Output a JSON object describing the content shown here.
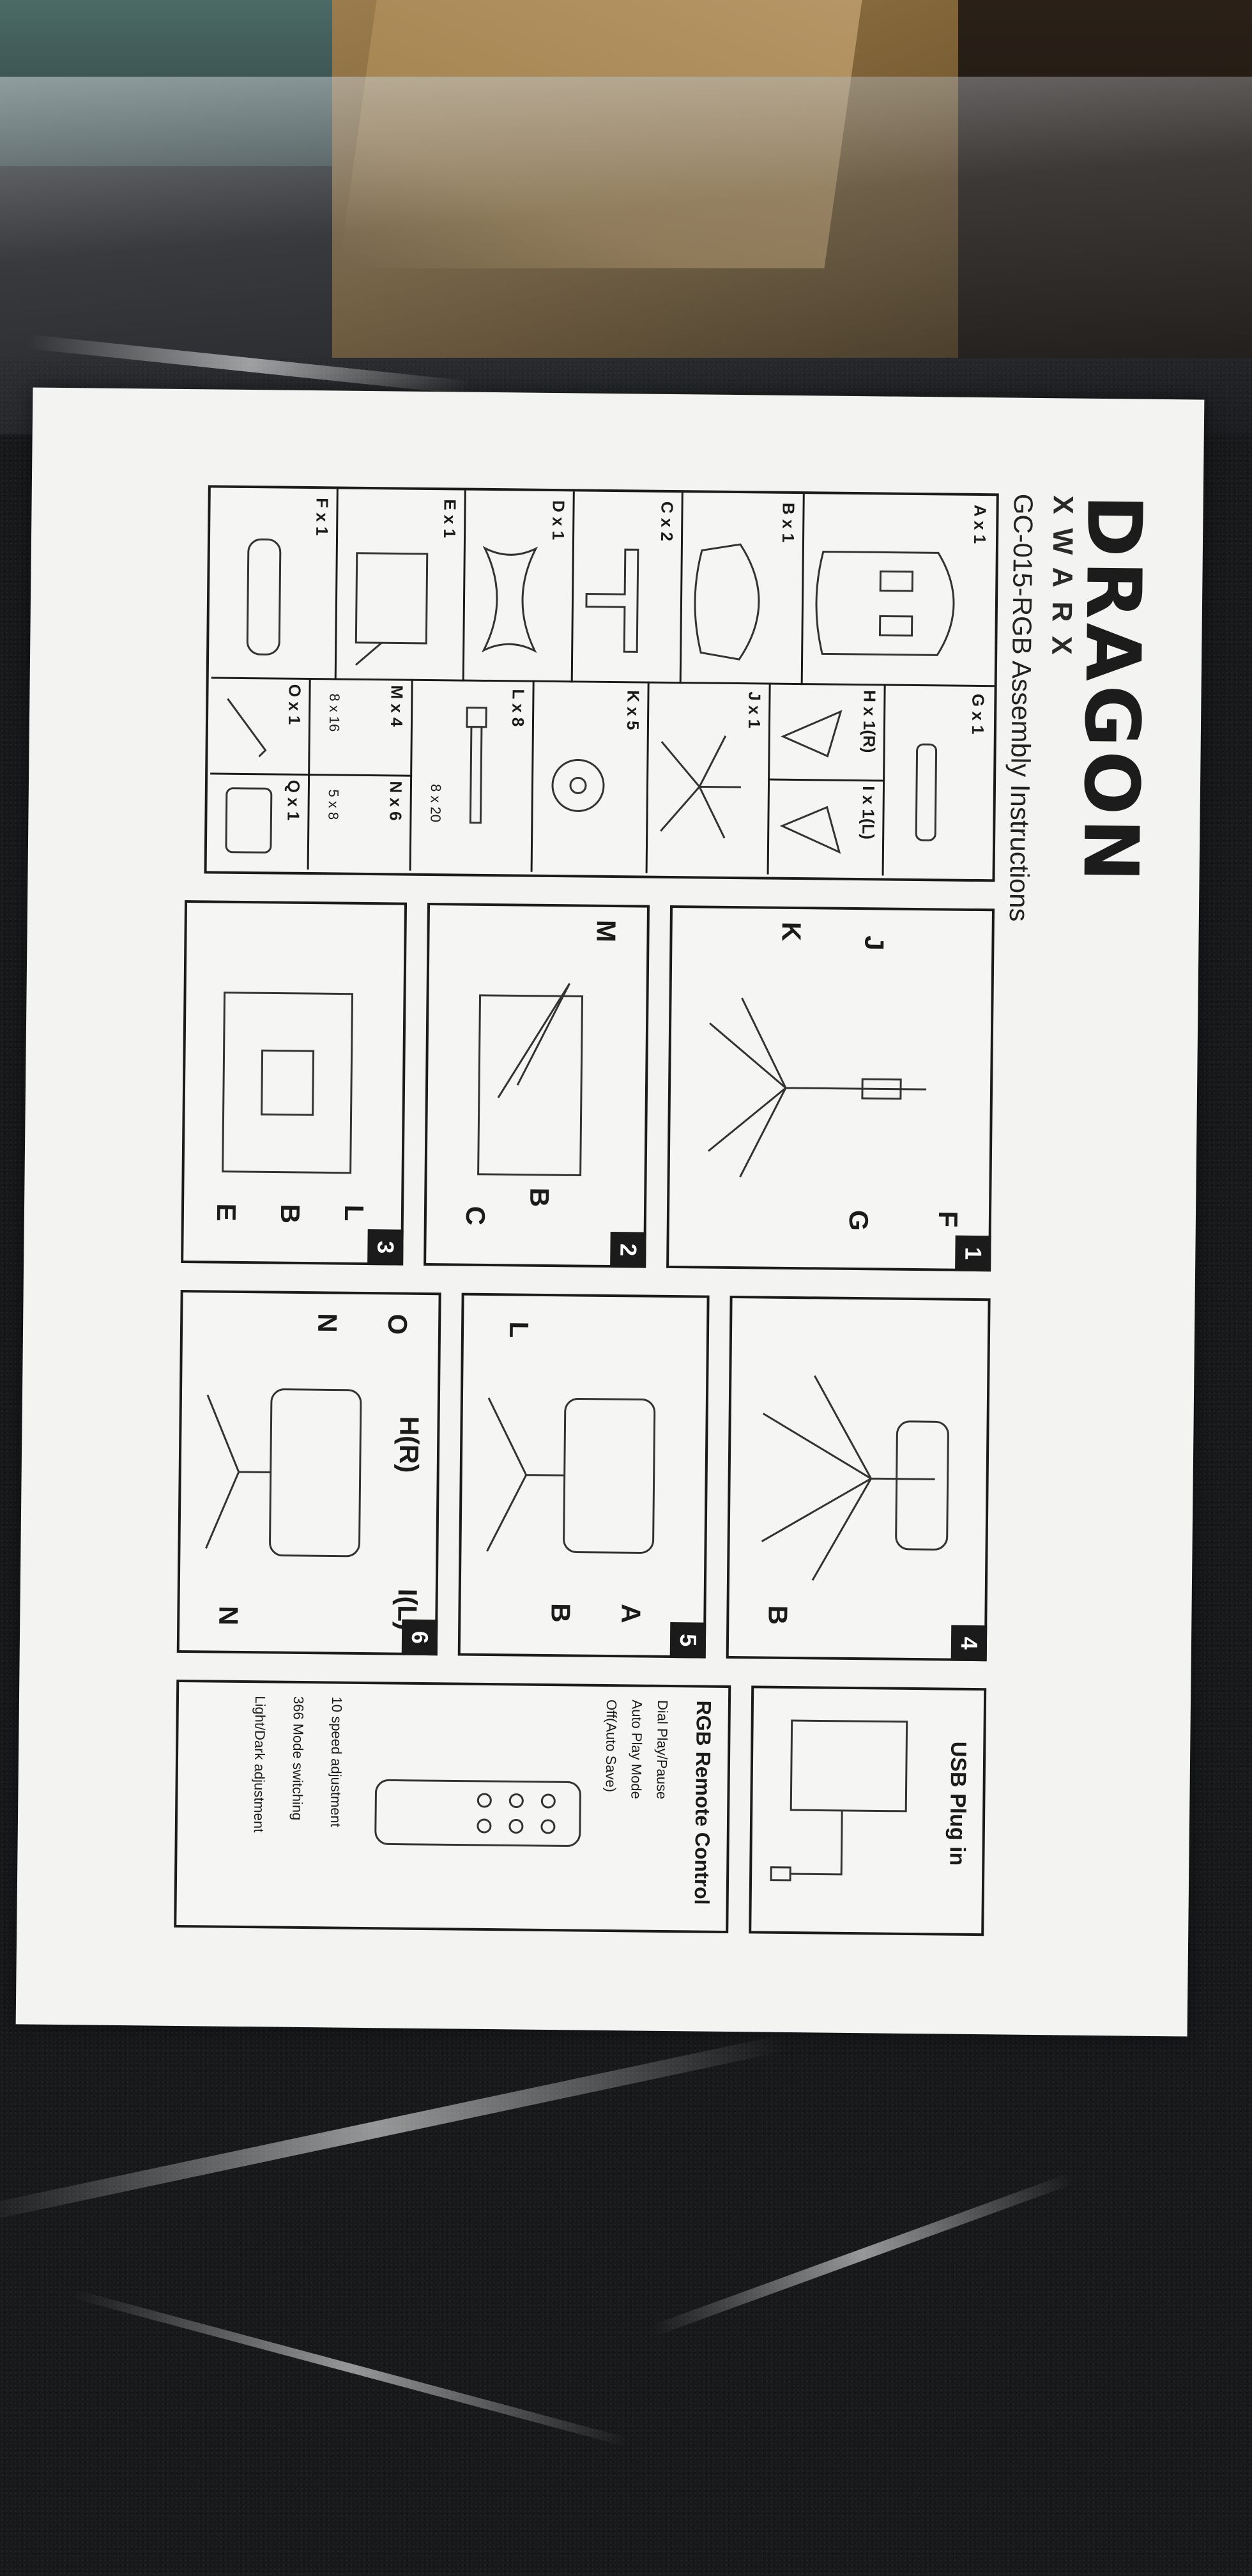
{
  "manual": {
    "brand": "DRAGON",
    "brand_sub": "XWARX",
    "model_title": "GC-015-RGB  Assembly Instructions",
    "parts": [
      {
        "id": "A",
        "qty": "x 1"
      },
      {
        "id": "B",
        "qty": "x 1"
      },
      {
        "id": "C",
        "qty": "x 2"
      },
      {
        "id": "D",
        "qty": "x 1"
      },
      {
        "id": "E",
        "qty": "x 1"
      },
      {
        "id": "F",
        "qty": "x 1"
      },
      {
        "id": "G",
        "qty": "x 1"
      },
      {
        "id": "H",
        "qty": "x 1(R)"
      },
      {
        "id": "I",
        "qty": "x 1(L)"
      },
      {
        "id": "J",
        "qty": "x 1"
      },
      {
        "id": "K",
        "qty": "x 5"
      },
      {
        "id": "L",
        "qty": "x 8"
      },
      {
        "id": "M",
        "qty": "x 4"
      },
      {
        "id": "N",
        "qty": "x 6"
      },
      {
        "id": "O",
        "qty": "x 1"
      },
      {
        "id": "Q",
        "qty": "x 1"
      }
    ],
    "screw_sizes": {
      "L": "8 x 20",
      "M": "8 x 16",
      "N": "5 x 8"
    },
    "steps": [
      {
        "num": "1",
        "labels": [
          "F",
          "G",
          "J",
          "K"
        ]
      },
      {
        "num": "2",
        "labels": [
          "M",
          "B",
          "C"
        ]
      },
      {
        "num": "3",
        "labels": [
          "L",
          "B",
          "E"
        ]
      },
      {
        "num": "4",
        "labels": [
          "B"
        ]
      },
      {
        "num": "5",
        "labels": [
          "A",
          "B",
          "L"
        ]
      },
      {
        "num": "6",
        "labels": [
          "O",
          "N",
          "H(R)",
          "I(L)",
          "N"
        ]
      }
    ],
    "usb_panel": {
      "title": "USB Plug in"
    },
    "remote_panel": {
      "title": "RGB Remote Control",
      "callouts": [
        "Dial Play/Pause",
        "Auto Play Mode",
        "Off(Auto Save)",
        "10 speed adjustment",
        "366 Mode switching",
        "Light/Dark adjustment"
      ]
    }
  }
}
